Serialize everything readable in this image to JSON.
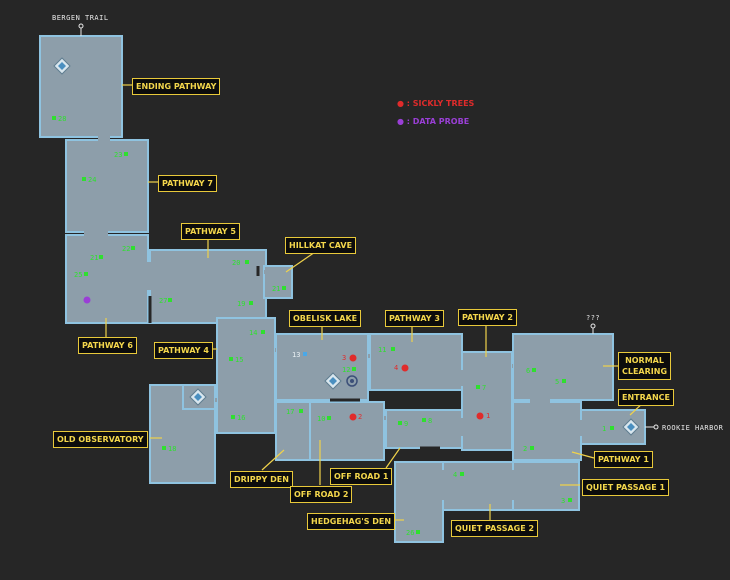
{
  "exits": {
    "bergen_trail": "BERGEN TRAIL",
    "unknown": "???",
    "rookie_harbor": "ROOKIE HARBOR"
  },
  "legend": {
    "sickly_trees": "● : SICKLY TREES",
    "data_probe": "● : DATA PROBE"
  },
  "areas": {
    "ending_pathway": "ENDING PATHWAY",
    "pathway_7": "PATHWAY 7",
    "pathway_5": "PATHWAY 5",
    "hillkat_cave": "HILLKAT CAVE",
    "pathway_6": "PATHWAY 6",
    "obelisk_lake": "OBELISK LAKE",
    "pathway_3": "PATHWAY 3",
    "pathway_2": "PATHWAY 2",
    "pathway_4": "PATHWAY 4",
    "normal_clearing_1": "NORMAL",
    "normal_clearing_2": "CLEARING",
    "entrance": "ENTRANCE",
    "old_observatory": "OLD OBSERVATORY",
    "pathway_1": "PATHWAY 1",
    "drippy_den": "DRIPPY DEN",
    "off_road_1": "OFF ROAD 1",
    "off_road_2": "OFF ROAD 2",
    "quiet_passage_1": "QUIET PASSAGE 1",
    "hedgehags_den": "HEDGEHAG'S DEN",
    "quiet_passage_2": "QUIET PASSAGE 2"
  },
  "markers": {
    "m1": "1",
    "m2": "2",
    "m3": "3",
    "m4": "4",
    "m5": "5",
    "m6": "6",
    "m7": "7",
    "m8": "8",
    "m9": "9",
    "m10": "10",
    "m11": "11",
    "m12": "12",
    "m13": "13",
    "m14": "14",
    "m15": "15",
    "m16": "16",
    "m17": "17",
    "m18": "18",
    "m19": "19",
    "m20": "20",
    "m21": "21",
    "m22": "22",
    "m23": "23",
    "m24": "24",
    "m25": "25",
    "m26": "26",
    "m27": "27",
    "m28": "28",
    "t1": "1",
    "t2": "2",
    "t3": "3",
    "t4": "4"
  },
  "colors": {
    "background": "#262626",
    "room_fill": "#8d9eaa",
    "room_border": "#8fc3e0",
    "label_text": "#f3d64c",
    "chest_marker": "#2fe02f",
    "sickly_tree": "#e02b2b",
    "data_probe": "#9a3fd6"
  }
}
